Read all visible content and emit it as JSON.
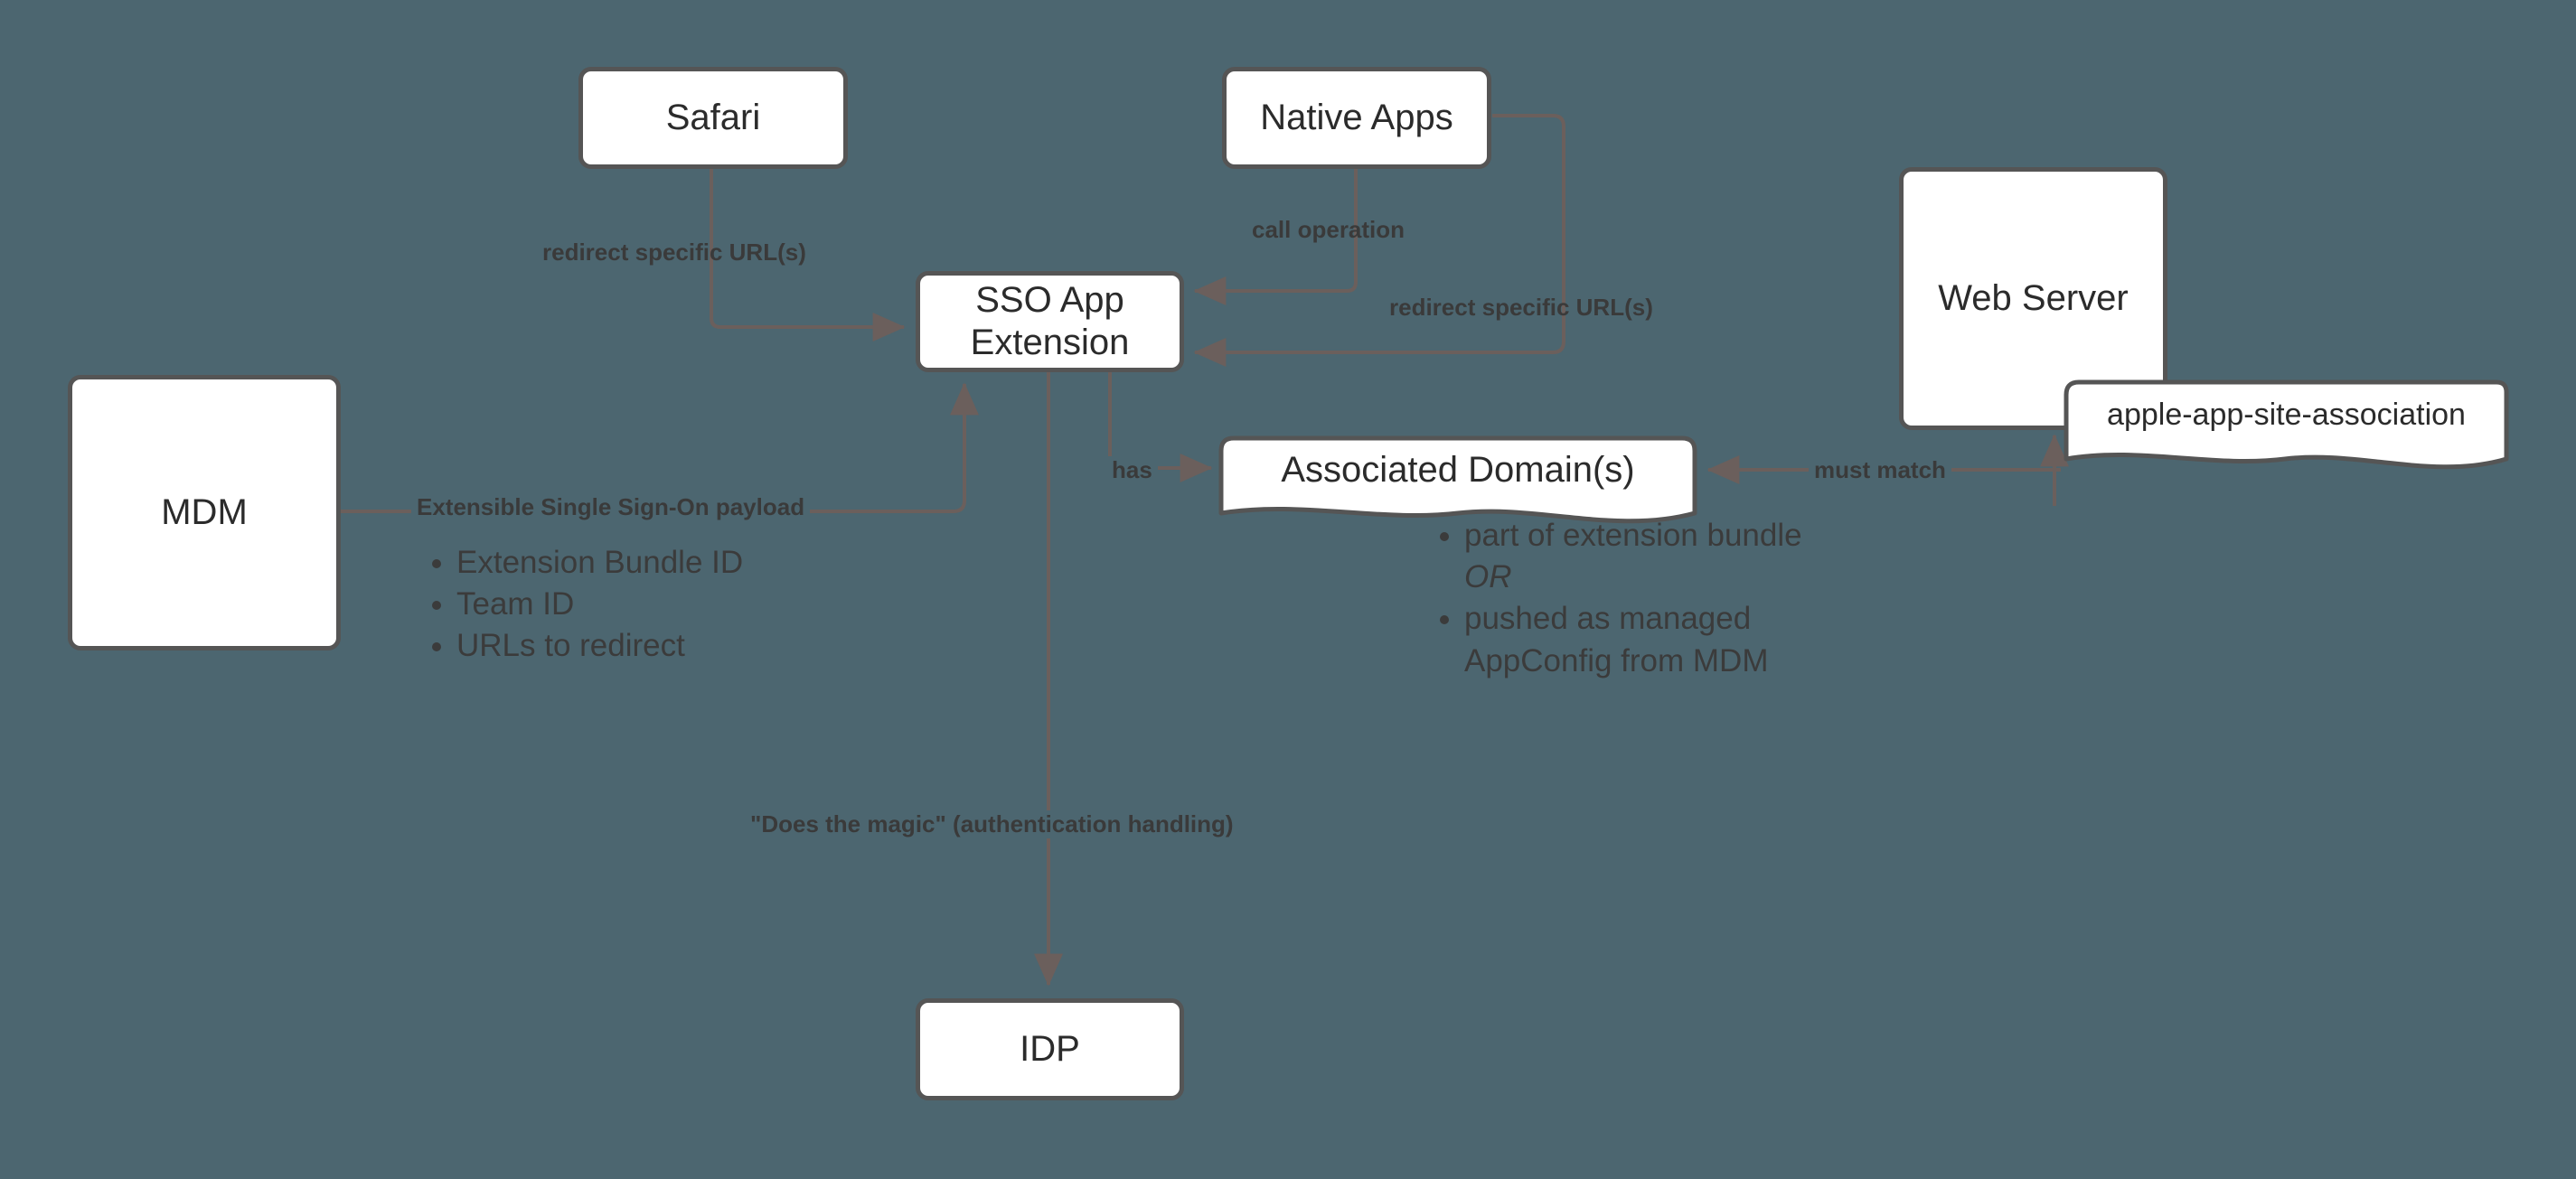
{
  "diagram": {
    "background_color": "#4c6670",
    "node_border_color": "#555555",
    "node_fill_color": "#ffffff",
    "text_color": "#2b2b2b",
    "label_color": "#3a3a3a",
    "connector_color": "#6b5f5c",
    "nodes": {
      "safari": "Safari",
      "native_apps": "Native Apps",
      "sso_app_extension_line1": "SSO App",
      "sso_app_extension_line2": "Extension",
      "web_server": "Web Server",
      "apple_app_site_association": "apple-app-site-association",
      "associated_domains": "Associated Domain(s)",
      "mdm": "MDM",
      "idp": "IDP"
    },
    "edge_labels": {
      "safari_to_sso": "redirect specific URL(s)",
      "native_apps_call": "call operation",
      "native_apps_redirect": "redirect specific URL(s)",
      "mdm_payload": "Extensible Single Sign-On payload",
      "sso_has_domains": "has",
      "aasa_must_match": "must match",
      "sso_to_idp": "\"Does the magic\" (authentication handling)"
    },
    "notes": {
      "mdm_payload_items": [
        "Extension Bundle ID",
        "Team ID",
        "URLs to redirect"
      ],
      "associated_domains_items": [
        {
          "text_before": "part of extension bundle ",
          "emphasis": "OR",
          "text_after": ""
        },
        {
          "text_before": "pushed as managed AppConfig from MDM",
          "emphasis": "",
          "text_after": ""
        }
      ]
    }
  }
}
